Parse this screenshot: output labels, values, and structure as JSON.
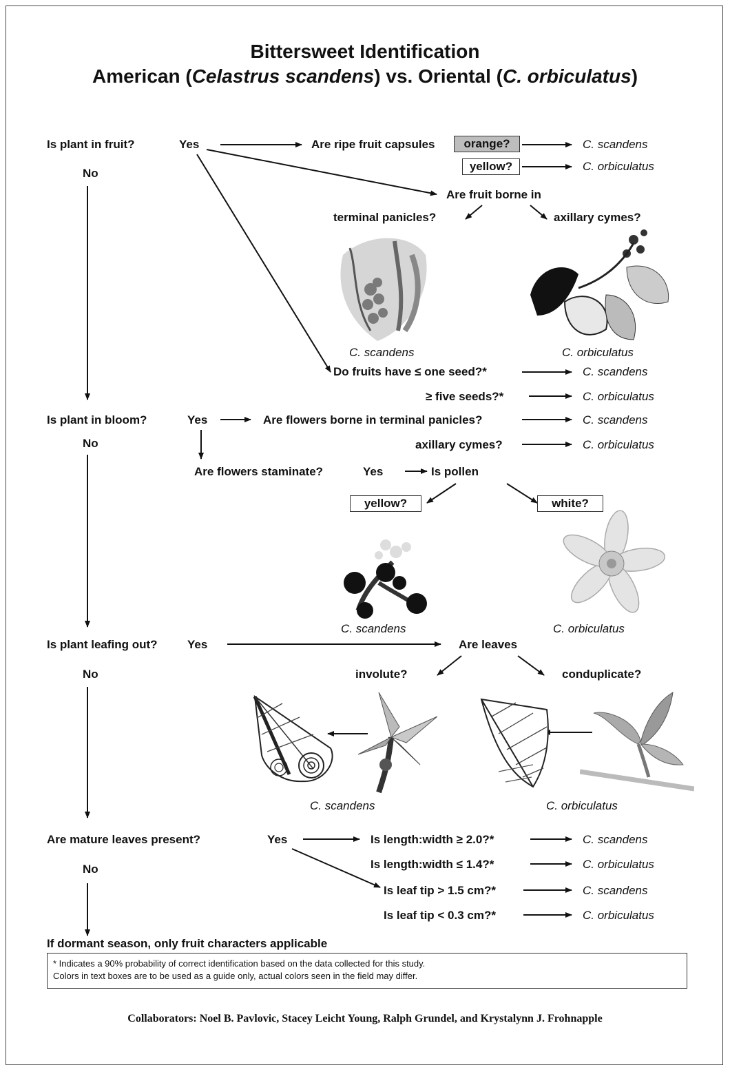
{
  "title": {
    "line1": "Bittersweet Identification",
    "line2_pre": "American (",
    "line2_sci1": "Celastrus scandens",
    "line2_mid": ") vs. Oriental (",
    "line2_sci2": "C. orbiculatus",
    "line2_post": ")"
  },
  "fruit": {
    "question": "Is plant in fruit?",
    "yes": "Yes",
    "no": "No",
    "capsules_q": "Are ripe fruit capsules",
    "orange": "orange?",
    "yellow": "yellow?",
    "borne_q": "Are fruit borne in",
    "terminal": "terminal panicles?",
    "axillary": "axillary cymes?",
    "seed_q": "Do fruits have ≤ one seed?*",
    "five_seeds": "≥ five seeds?*"
  },
  "bloom": {
    "question": "Is plant in bloom?",
    "yes": "Yes",
    "no": "No",
    "borne_q": "Are flowers borne in terminal panicles?",
    "axillary": "axillary cymes?",
    "staminate_q": "Are flowers staminate?",
    "staminate_yes": "Yes",
    "pollen_q": "Is pollen",
    "yellow": "yellow?",
    "white": "white?"
  },
  "leafing": {
    "question": "Is plant leafing out?",
    "yes": "Yes",
    "no": "No",
    "leaves_q": "Are leaves",
    "involute": "involute?",
    "conduplicate": "conduplicate?"
  },
  "mature": {
    "question": "Are mature leaves present?",
    "yes": "Yes",
    "no": "No",
    "ratio_high": "Is length:width ≥ 2.0?*",
    "ratio_low": "Is length:width ≤ 1.4?*",
    "tip_long": "Is leaf tip > 1.5 cm?*",
    "tip_short": "Is leaf tip < 0.3 cm?*"
  },
  "species": {
    "scandens": "C. scandens",
    "orbiculatus": "C. orbiculatus"
  },
  "dormant": "If dormant season, only fruit characters applicable",
  "footnote": {
    "line1": "* Indicates a 90% probability of correct identification based on the data collected for this study.",
    "line2": "Colors in text boxes are to be used as a guide only, actual colors seen in the field may differ."
  },
  "collaborators": "Collaborators: Noel B. Pavlovic, Stacey Leicht Young, Ralph Grundel, and Krystalynn J. Frohnapple",
  "colors": {
    "box_grey": "#bdbdbd",
    "line": "#111111"
  },
  "icons": [
    "fruit-panicle-photo",
    "fruit-cyme-photo",
    "flower-scandens-photo",
    "flower-orbiculatus-photo",
    "involute-leaf-drawing",
    "involute-shoot-photo",
    "conduplicate-leaf-drawing",
    "conduplicate-shoot-photo"
  ]
}
